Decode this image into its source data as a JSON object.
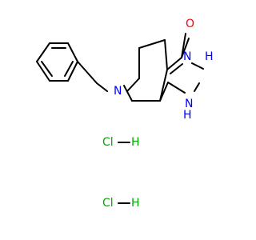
{
  "molecule": {
    "atoms": {
      "oxygen": {
        "label": "O",
        "color": "#ff0000"
      },
      "nitrogen_ring": {
        "label": "N",
        "color": "#0000ff"
      },
      "nitrogen_nh_top": {
        "label": "N",
        "h": "H",
        "color": "#0000ff"
      },
      "nitrogen_nh_bottom": {
        "label": "N",
        "h": "H",
        "color": "#0000ff"
      }
    },
    "salts": [
      {
        "cl": "Cl",
        "h": "H",
        "color": "#00aa00"
      },
      {
        "cl": "Cl",
        "h": "H",
        "color": "#00aa00"
      }
    ]
  }
}
